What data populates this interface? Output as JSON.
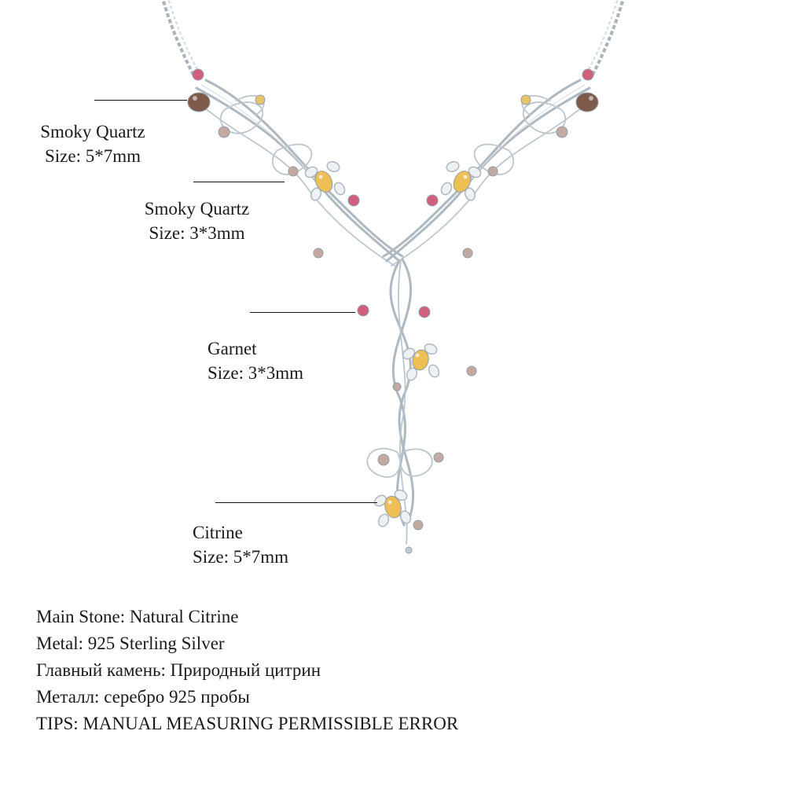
{
  "callouts": [
    {
      "id": "smoky-quartz-large",
      "line1": "Smoky Quartz",
      "line2": "Size: 5*7mm"
    },
    {
      "id": "smoky-quartz-small",
      "line1": "Smoky Quartz",
      "line2": "Size: 3*3mm"
    },
    {
      "id": "garnet",
      "line1": "Garnet",
      "line2": "Size: 3*3mm"
    },
    {
      "id": "citrine",
      "line1": "Citrine",
      "line2": "Size: 5*7mm"
    }
  ],
  "description": {
    "lines": [
      "Main Stone: Natural Citrine",
      "Metal: 925 Sterling Silver",
      "Главный камень: Природный цитрин",
      "Металл: серебро 925 пробы",
      "TIPS: MANUAL MEASURING PERMISSIBLE ERROR"
    ]
  },
  "colors": {
    "silver": "#aeb8c1",
    "silver_light": "#d8dde1",
    "smoky_quartz": "#7d5a49",
    "smoky_quartz_small": "#c3aaa0",
    "citrine": "#eebf55",
    "citrine_small": "#e8c46a",
    "garnet": "#d05f7d",
    "bead": "#c2cad1",
    "text": "#1a1a1a"
  }
}
